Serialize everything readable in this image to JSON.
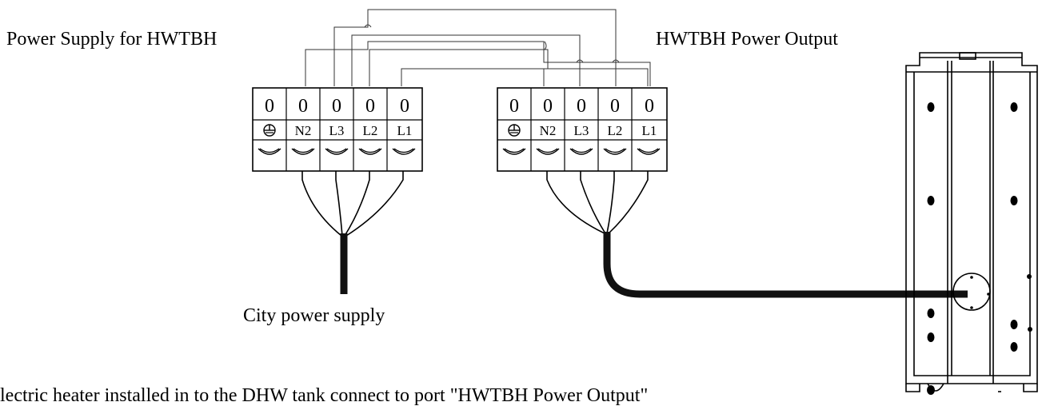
{
  "labels": {
    "power_supply": "Power Supply for HWTBH",
    "power_output": "HWTBH Power Output",
    "city_supply": "City power supply",
    "note": "lectric heater installed in to the DHW tank connect to port \"HWTBH Power Output\""
  },
  "terminals": [
    "N2",
    "L3",
    "L2",
    "L1"
  ],
  "terminal_slot_glyph": "0",
  "ground_icon": "ground-symbol-icon",
  "tank_icon": "dhw-tank-icon",
  "colors": {
    "line": "#000000",
    "cable": "#111111",
    "background": "#ffffff"
  }
}
